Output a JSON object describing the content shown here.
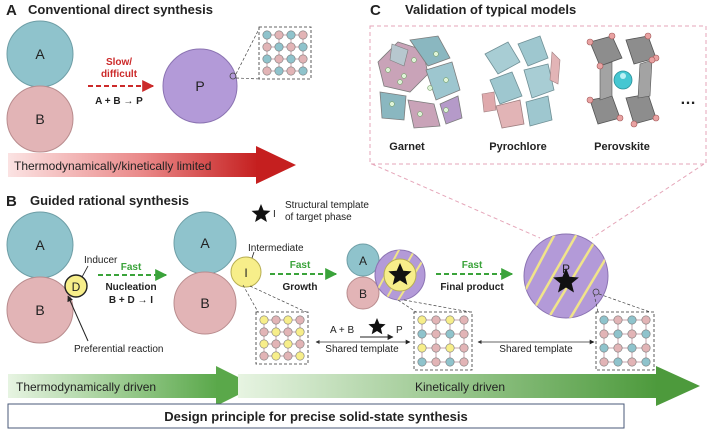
{
  "colors": {
    "teal": "#8fc3cc",
    "pink": "#e2b4b6",
    "purple": "#b39ad8",
    "yellow": "#f7ee8a",
    "red": "#cc2a2a",
    "green": "#3aa33a",
    "gray": "#9a9a9a"
  },
  "panelA": {
    "letter": "A",
    "title": "Conventional direct synthesis",
    "circle_a": "A",
    "circle_b": "B",
    "arrow_line1": "Slow/",
    "arrow_line2": "difficult",
    "reaction": "A + B → P",
    "product": "P",
    "bar_label": "Thermodynamically/kinetically limited"
  },
  "panelB": {
    "letter": "B",
    "title": "Guided rational synthesis",
    "legend_line1": "Structural template",
    "legend_line2": "of target phase",
    "legend_symbol": "I",
    "circle_a": "A",
    "circle_b": "B",
    "inducer_letter": "D",
    "inducer_label": "Inducer",
    "preferential": "Preferential reaction",
    "step1_fast": "Fast",
    "step1_name": "Nucleation",
    "step1_reaction": "B + D → I",
    "intermediate_letter": "I",
    "intermediate_label": "Intermediate",
    "step2_fast": "Fast",
    "step2_name": "Growth",
    "small_a": "A",
    "small_b": "B",
    "templated_reaction_left": "A + B",
    "templated_reaction_right": "P",
    "shared_template_1": "Shared template",
    "step3_fast": "Fast",
    "step3_name": "Final product",
    "final_letter": "P",
    "shared_template_2": "Shared template",
    "thermo_label": "Thermodynamically driven",
    "kinetic_label": "Kinetically driven",
    "principle": "Design principle for precise solid-state synthesis"
  },
  "panelC": {
    "letter": "C",
    "title": "Validation of typical models",
    "models": [
      "Garnet",
      "Pyrochlore",
      "Perovskite"
    ],
    "ellipsis": "…"
  }
}
